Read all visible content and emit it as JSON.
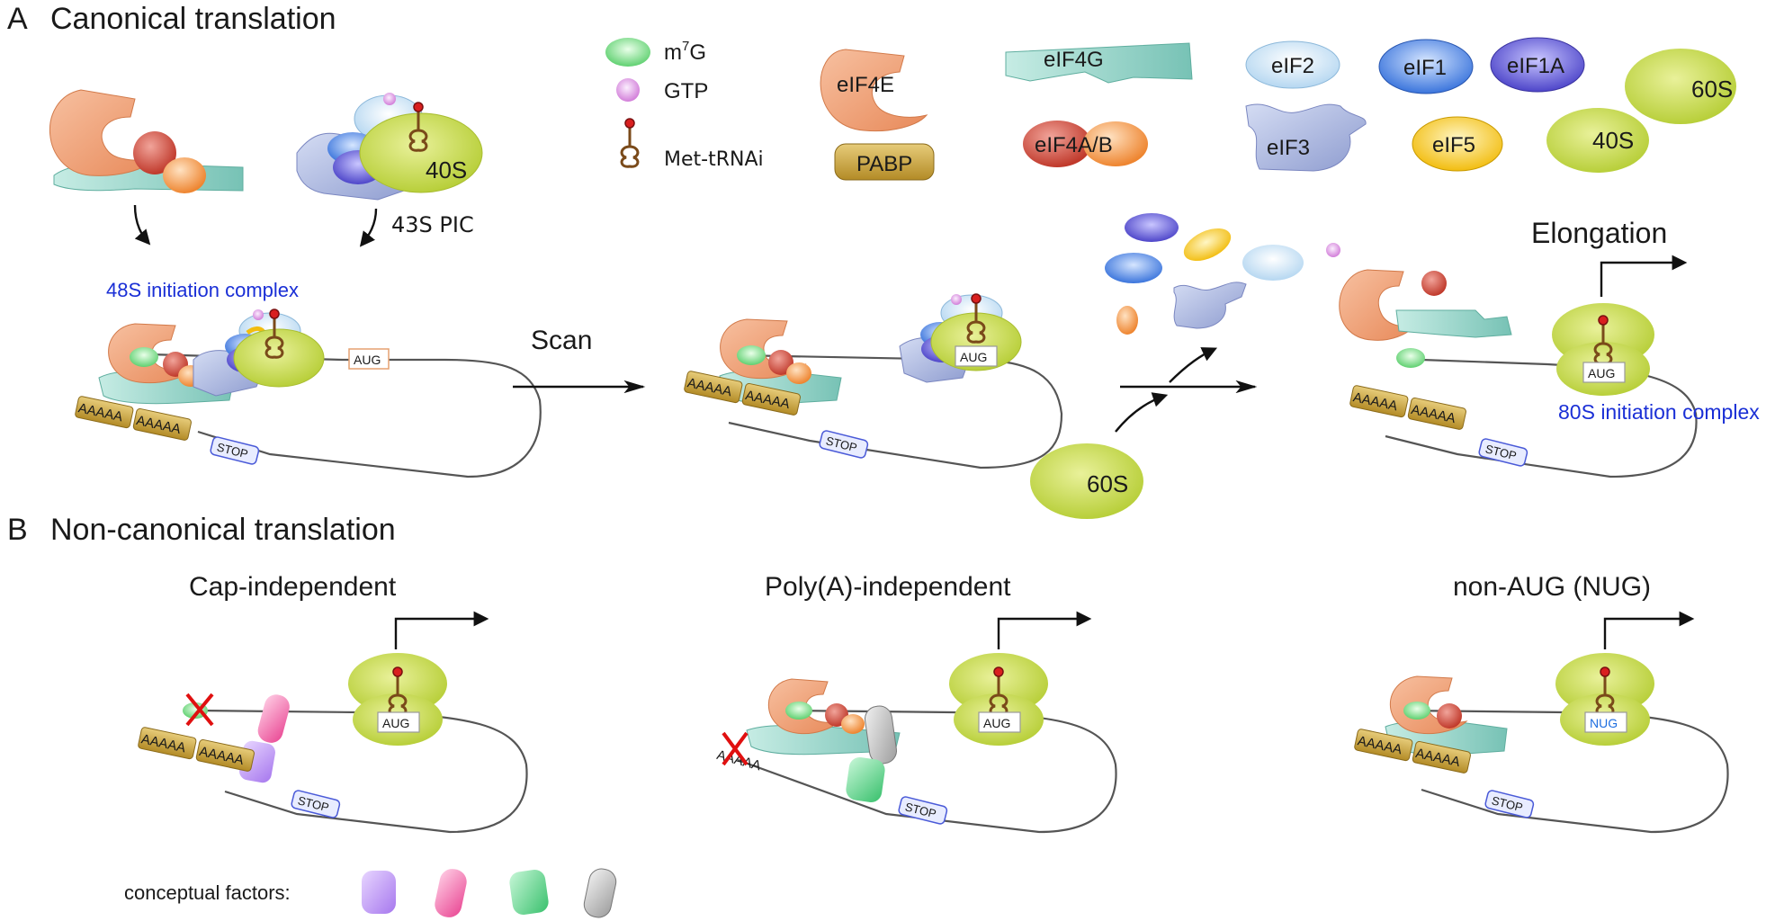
{
  "sections": {
    "a_letter": "A",
    "a_title": "Canonical translation",
    "b_letter": "B",
    "b_title": "Non-canonical translation"
  },
  "legend": {
    "m7g_base": "m",
    "m7g_sup": "7",
    "m7g_tail": "G",
    "gtp": "GTP",
    "met_trna": "Met-tRNAi",
    "eif4e": "eIF4E",
    "pabp": "PABP",
    "eif4g": "eIF4G",
    "eif4ab": "eIF4A/B",
    "eif2": "eIF2",
    "eif3": "eIF3",
    "eif1": "eIF1",
    "eif1a": "eIF1A",
    "eif5": "eIF5",
    "s60": "60S",
    "s40": "40S"
  },
  "canonical": {
    "pic_40s": "40S",
    "pic_label": "43S PIC",
    "complex48": "48S initiation complex",
    "scan": "Scan",
    "elongation": "Elongation",
    "complex80": "80S initiation complex",
    "s60_free": "60S",
    "aug": "AUG",
    "stop": "STOP",
    "polya": "AAAAA"
  },
  "noncanonical": {
    "cap_independent": "Cap-independent",
    "polya_independent": "Poly(A)-independent",
    "non_aug": "non-AUG (NUG)",
    "nug": "NUG",
    "polya_short": "AAAAA",
    "conceptual": "conceptual factors:"
  },
  "colors": {
    "eif4e": "#f0a27a",
    "eif4g": "#8fcfc4",
    "eif4ab_red": "#d9534f",
    "eif4ab_orange": "#f5a04a",
    "ribosome": "#c5d94a",
    "eif2": "#cfe6f7",
    "eif3": "#a9b6de",
    "eif1": "#3f7fe0",
    "eif1a": "#5b55d6",
    "eif5": "#f5c518",
    "pabp": "#c9a23a",
    "m7g": "#7ee08f",
    "gtp": "#e39be8",
    "factor_purple": "#b98ef2",
    "factor_pink": "#f06aa8",
    "factor_green": "#5fd58a",
    "factor_gray": "#bdbdbd"
  }
}
